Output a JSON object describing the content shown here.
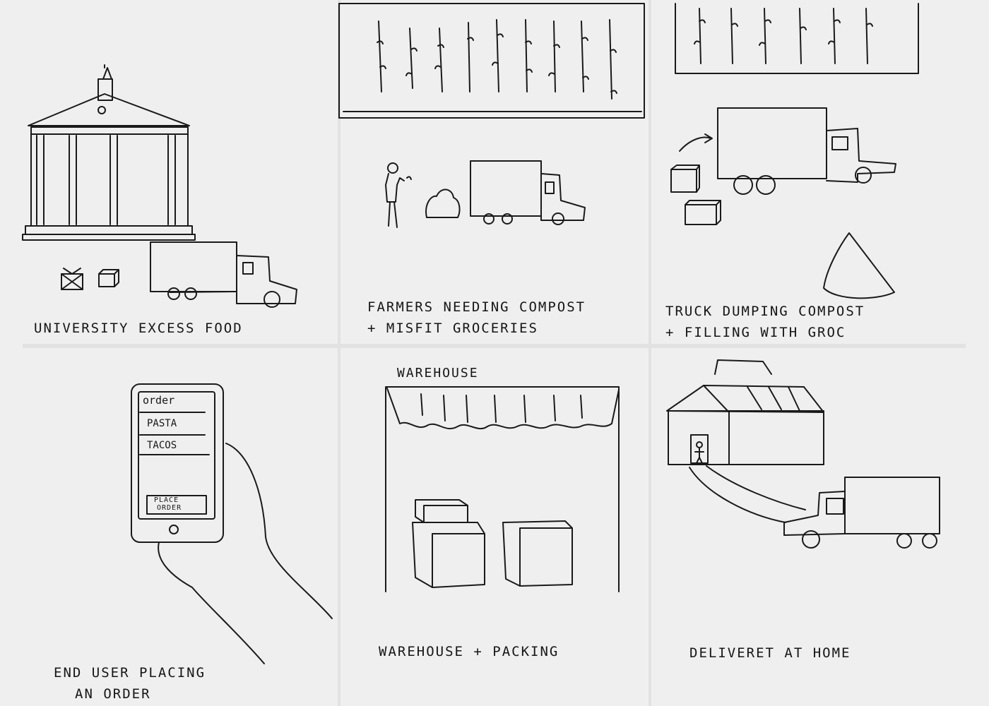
{
  "panels": [
    {
      "caption_lines": [
        "UNIVERSITY EXCESS FOOD"
      ]
    },
    {
      "caption_lines": [
        "FARMERS NEEDING COMPOST",
        "+ MISFIT GROCERIES"
      ]
    },
    {
      "caption_lines": [
        "TRUCK DUMPING COMPOST",
        "+ FILLING WITH GROC"
      ]
    },
    {
      "caption_lines": [
        "END USER PLACING",
        "AN ORDER"
      ]
    },
    {
      "caption_lines": [
        "WAREHOUSE + PACKING"
      ]
    },
    {
      "caption_lines": [
        "DELIVERET AT HOME"
      ]
    }
  ],
  "warehouse_sign": "WAREHOUSE",
  "phone": {
    "header": "order",
    "items": [
      "PASTA",
      "TACOS"
    ],
    "button_lines": [
      "PLACE",
      "ORDER"
    ]
  }
}
